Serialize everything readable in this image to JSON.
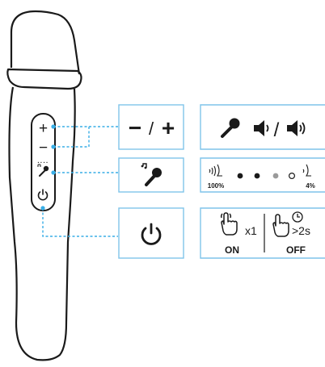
{
  "colors": {
    "outline": "#1a1a1a",
    "accent": "#39aee6",
    "box_border": "#7fc4ea",
    "dot_dark": "#1a1a1a",
    "dot_gray": "#9a9a9a"
  },
  "device": {
    "button_plus": "+",
    "button_minus": "−",
    "button_mode_dots": "....",
    "icons": [
      "mic-mode-icon",
      "power-icon"
    ]
  },
  "callouts": {
    "volume": {
      "label_minus": "−",
      "label_slash": "/",
      "label_plus": "+",
      "icons": [
        "microphone-icon",
        "speaker-low-icon",
        "speaker-high-icon"
      ],
      "slash": "/"
    },
    "mode": {
      "icon": "mic-mode-icon",
      "levels": [
        {
          "percent": "100%",
          "fill": "dark"
        },
        {
          "fill": "dark"
        },
        {
          "fill": "dark"
        },
        {
          "fill": "gray"
        },
        {
          "fill": "empty"
        }
      ],
      "low_label": "4%",
      "icons": [
        "echo-high-icon",
        "echo-low-icon"
      ]
    },
    "power": {
      "icon": "power-icon",
      "on": {
        "press": "x1",
        "label": "ON"
      },
      "off": {
        "press": ">2s",
        "label": "OFF"
      },
      "icons": [
        "press-hand-icon",
        "press-hold-hand-icon",
        "clock-icon"
      ]
    }
  }
}
